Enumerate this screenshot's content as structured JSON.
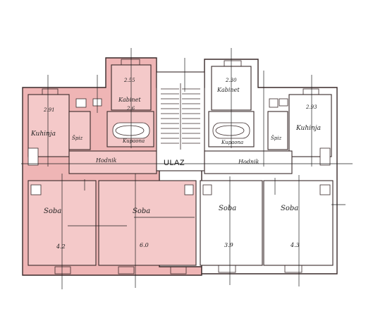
{
  "floor_plan": {
    "entrance_label": "ULAZ",
    "left_apartment": {
      "color": "#f4c9c9",
      "rooms": {
        "kitchen": {
          "label": "Kuhinja",
          "dimension": "2.91"
        },
        "pantry": {
          "label": "Špiz"
        },
        "wc": {
          "label": "Kabinet",
          "dimension": "2.55",
          "sub": "2.6"
        },
        "bathroom": {
          "label": "Kupaona"
        },
        "hall": {
          "label": "Hodnik"
        },
        "room_1": {
          "label": "Soba",
          "dimension": "4.2"
        },
        "room_2": {
          "label": "Soba",
          "dimension": "6.0"
        }
      }
    },
    "right_apartment": {
      "color": "#ffffff",
      "rooms": {
        "kitchen": {
          "label": "Kuhinja",
          "dimension": "2.93"
        },
        "pantry": {
          "label": "Špiz"
        },
        "wc": {
          "label": "Kabinet",
          "dimension": "2.30"
        },
        "bathroom": {
          "label": "Kupaona"
        },
        "hall": {
          "label": "Hodnik"
        },
        "room_1": {
          "label": "Soba",
          "dimension": "3.9"
        },
        "room_2": {
          "label": "Soba",
          "dimension": "4.3"
        }
      }
    }
  }
}
